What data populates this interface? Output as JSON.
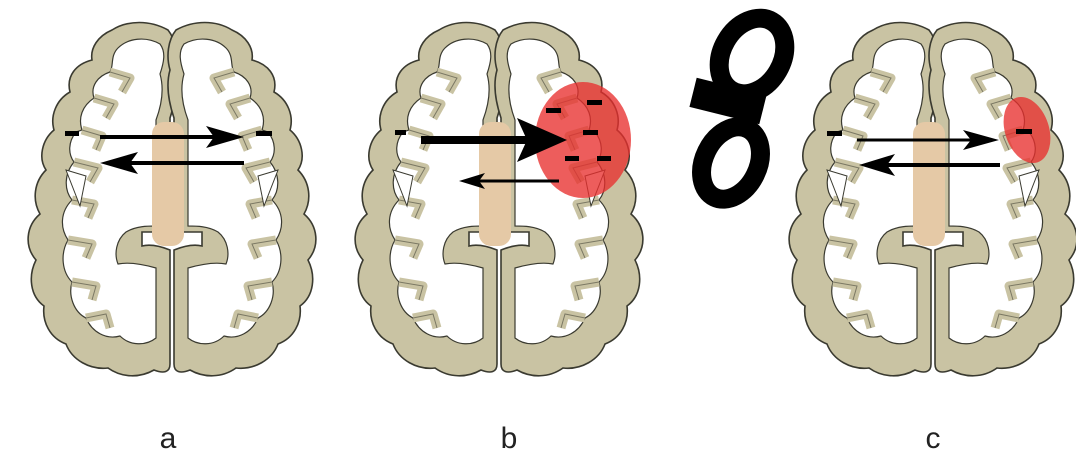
{
  "panels": [
    {
      "id": "a",
      "label": "a",
      "lesion": "none",
      "stimulation": false,
      "arrow_right": "normal",
      "arrow_left": "normal"
    },
    {
      "id": "b",
      "label": "b",
      "lesion": "large",
      "stimulation": false,
      "arrow_right": "thick",
      "arrow_left": "thin"
    },
    {
      "id": "c",
      "label": "c",
      "lesion": "small",
      "stimulation": true,
      "arrow_right": "normal",
      "arrow_left": "normal"
    }
  ],
  "minus_sign": "-",
  "icons": {
    "coil": "tms-figure-eight-coil-icon",
    "lesion": "lesion-blob",
    "arrow": "interhemispheric-arrow"
  },
  "colors": {
    "cortex_fill": "#c9c3a3",
    "white_matter": "#ffffff",
    "outline": "#3a3a30",
    "corpus_callosum": "#e5c9a6",
    "lesion": "#e8302e",
    "arrow": "#000000",
    "coil": "#000000"
  }
}
